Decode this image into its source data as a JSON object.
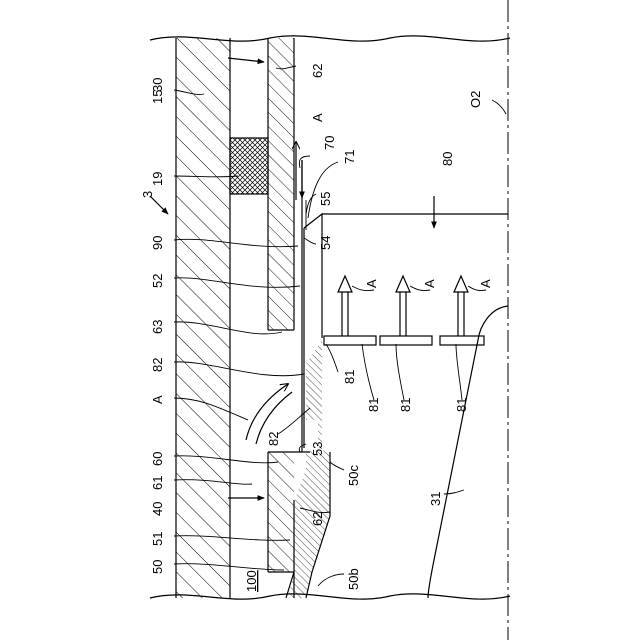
{
  "figure": {
    "labels": {
      "l30": "30",
      "l15": "15",
      "l19": "19",
      "l3": "3",
      "l90": "90",
      "l52": "52",
      "l63": "63",
      "l82a": "82",
      "lA_left": "A",
      "l60": "60",
      "l61": "61",
      "l40": "40",
      "l51": "51",
      "l50": "50",
      "l100": "100",
      "l62top": "62",
      "lA_top": "A",
      "l70": "70",
      "l71": "71",
      "l55": "55",
      "l54": "54",
      "l80": "80",
      "lO2": "O2",
      "lA1": "A",
      "lA2": "A",
      "lA3": "A",
      "l81a": "81",
      "l81b": "81",
      "l81c": "81",
      "l81d": "81",
      "l82b": "82",
      "l53": "53",
      "l50c": "50c",
      "l62mid": "62",
      "l31": "31",
      "l50b": "50b"
    }
  }
}
